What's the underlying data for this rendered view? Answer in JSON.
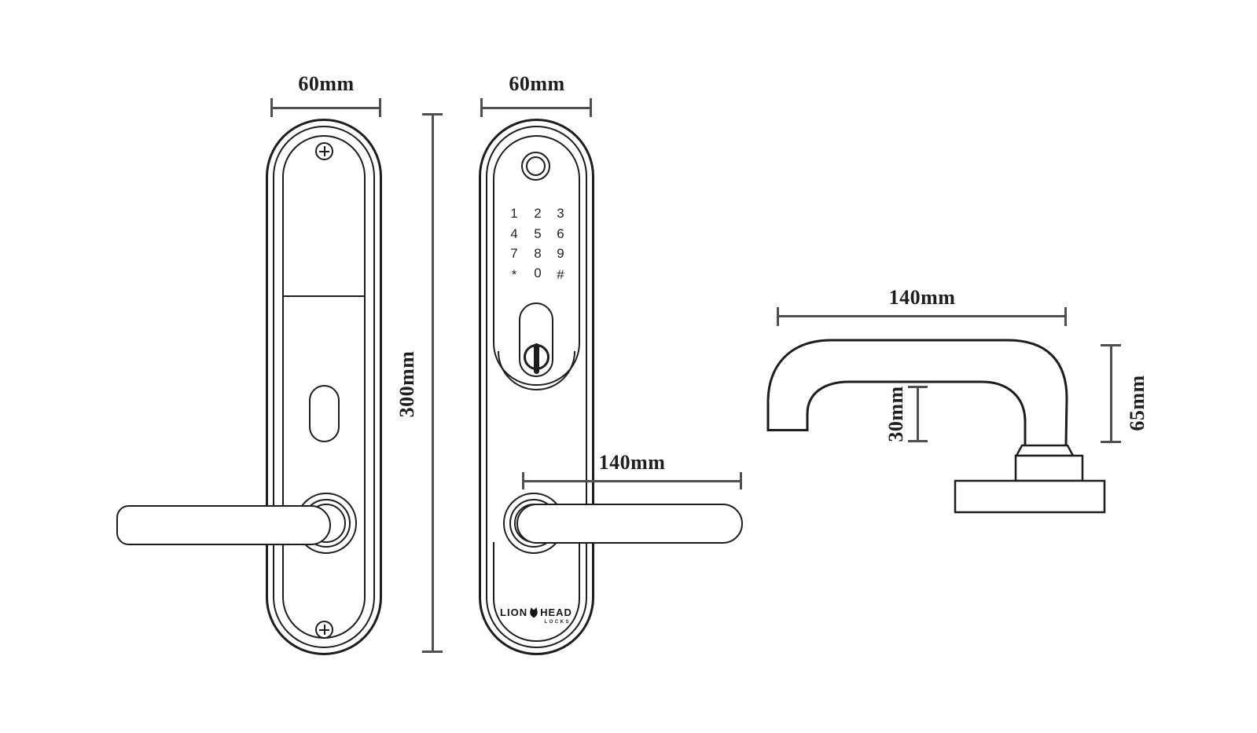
{
  "drawing_colors": {
    "bg": "#ffffff",
    "line": "#1d1d1b",
    "dim": "#4f4f4f"
  },
  "back_plate_view": {
    "width_dim": "60mm",
    "height_dim": "300mm"
  },
  "front_plate_view": {
    "width_dim": "60mm",
    "handle_length_dim": "140mm",
    "keypad": {
      "keys": [
        "1",
        "2",
        "3",
        "4",
        "5",
        "6",
        "7",
        "8",
        "9",
        "*",
        "0",
        "#"
      ]
    },
    "logo": {
      "part1": "LION",
      "part2": "HEAD",
      "sub": "LOCKS"
    }
  },
  "side_view": {
    "length_dim": "140mm",
    "grip_offset_dim": "30mm",
    "height_dim": "65mm"
  }
}
